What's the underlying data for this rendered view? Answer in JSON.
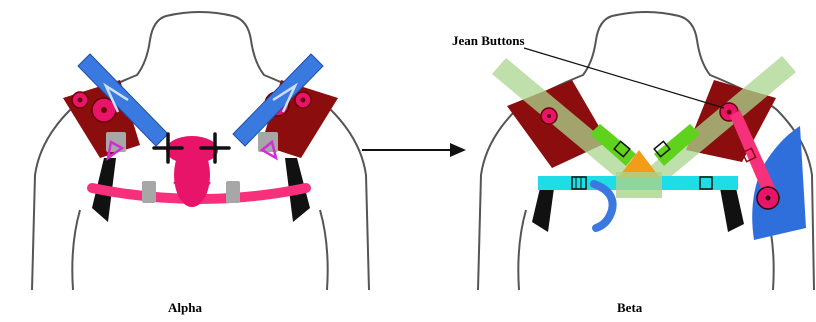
{
  "panels": {
    "alpha": {
      "caption": "Alpha"
    },
    "beta": {
      "caption": "Beta"
    }
  },
  "annotation": {
    "text": "Jean Buttons"
  },
  "colors": {
    "strap_red": "#8b0d0d",
    "button_pink": "#e8146a",
    "strap_pink": "#f7307c",
    "blue_arrow": "#3a7ae0",
    "outline": "#555555",
    "harness_black": "#111111",
    "buckle_grey": "#a7a7a7",
    "violet": "#d02fd2",
    "green": "#5fd21b",
    "cyan": "#1fdde6",
    "orange": "#f39c1a",
    "pale_green": "#a9d58d",
    "beta_blue": "#2f6fdc"
  }
}
